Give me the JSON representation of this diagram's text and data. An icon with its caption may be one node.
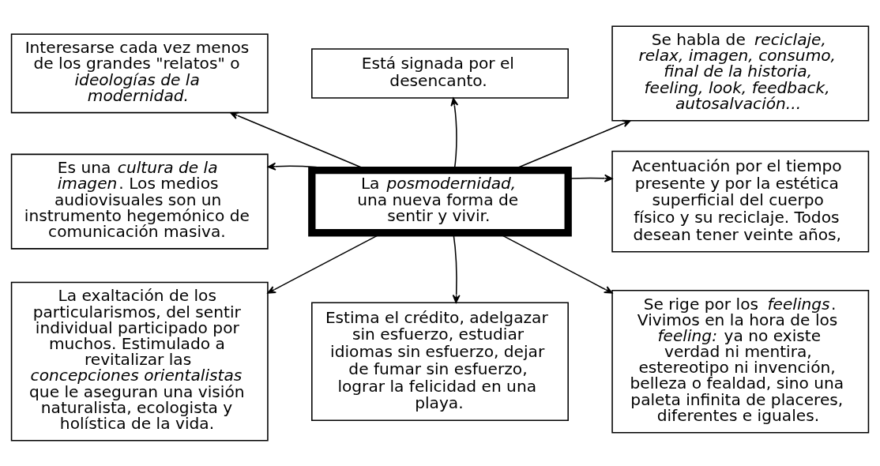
{
  "diagram": {
    "nodes": [
      {
        "text": [
          "Interesarse cada vez menos de los grandes \"relatos\" o *ideologías de la modernidad.*"
        ]
      },
      {
        "text": [
          "Está signada por el desencanto."
        ]
      },
      {
        "text": [
          "Se habla de *reciclaje, relax, imagen, consumo, final de la historia, feeling, look, feedback, autosalvación...*"
        ]
      },
      {
        "text": [
          "Es una *cultura de la imagen*. Los medios audiovisuales son un instrumento hegemónico de comunicación masiva."
        ]
      },
      {
        "text": [
          "La *posmodernidad,* una nueva forma de sentir y vivir."
        ]
      },
      {
        "text": [
          "Acentuación por el tiempo presente y por la estética superficial del cuerpo físico y su reciclaje. Todos desean tener veinte años,"
        ]
      },
      {
        "text": [
          "La exaltación de los particularismos, del sentir individual participado por muchos. Estimulado a revitalizar las *concepciones orientalistas* que le aseguran una visión naturalista, ecologista y holística de la vida."
        ]
      },
      {
        "text": [
          "Estima el crédito, adelgazar sin esfuerzo, estudiar idiomas sin esfuerzo, dejar de fumar sin esfuerzo, lograr la felicidad en una playa."
        ]
      },
      {
        "text": [
          "Se rige por los *feelings*. Vivimos en la hora de los *feeling:* ya no existe verdad ni mentira, estereotipo ni invención, belleza o fealdad, sino una paleta infinita de placeres, diferentes e iguales."
        ]
      }
    ],
    "edges": [
      {
        "from": 4,
        "to": 0,
        "arrow": "to"
      },
      {
        "from": 4,
        "to": 1,
        "arrow": "to"
      },
      {
        "from": 4,
        "to": 2,
        "arrow": "to"
      },
      {
        "from": 4,
        "to": 3,
        "arrow": "to"
      },
      {
        "from": 4,
        "to": 5,
        "arrow": "to"
      },
      {
        "from": 4,
        "to": 6,
        "arrow": "to"
      },
      {
        "from": 4,
        "to": 7,
        "arrow": "to"
      },
      {
        "from": 4,
        "to": 8,
        "arrow": "to"
      }
    ]
  }
}
